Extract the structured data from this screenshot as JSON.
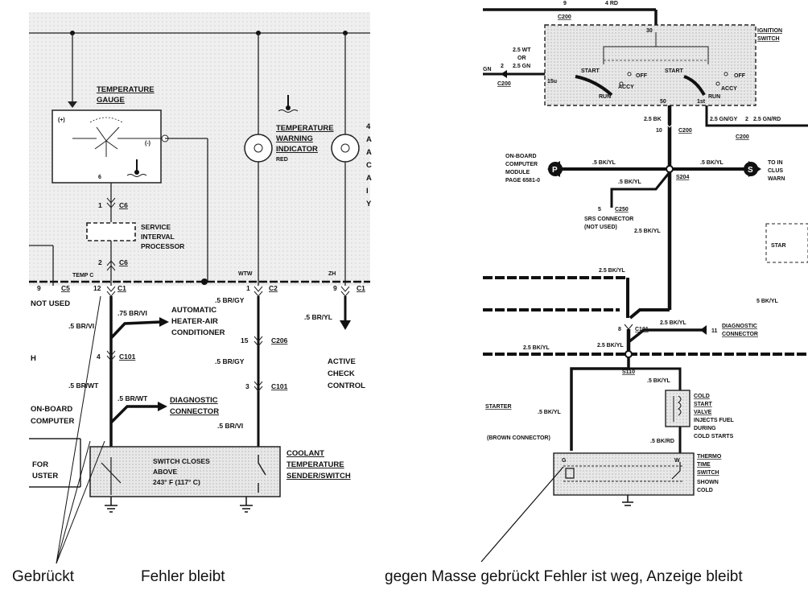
{
  "left": {
    "temperature_gauge": [
      "TEMPERATURE",
      "GAUGE"
    ],
    "gauge_plus": "(+)",
    "gauge_minus": "(-)",
    "gauge_pin": "6",
    "temp_warning_indicator": [
      "TEMPERATURE",
      "WARNING",
      "INDICATOR"
    ],
    "red": "RED",
    "connector_c6_pin_top": "1",
    "c6": "C6",
    "service_interval_processor": [
      "SERVICE",
      "INTERVAL",
      "PROCESSOR"
    ],
    "connector_c6_pin_bottom": "2",
    "temp_c": "TEMP C",
    "wtw": "WTW",
    "zh": "ZH",
    "row_pins": [
      "9",
      "C5",
      "12",
      "C1",
      "1",
      "C2",
      "9",
      "C1"
    ],
    "not_used": "NOT USED",
    "wire_75_br_vi": ".75 BR/VI",
    "ahac": [
      "AUTOMATIC",
      "HEATER-AIR",
      "CONDITIONER"
    ],
    "wire_5_br_gy": ".5 BR/GY",
    "wire_5_br_yl": ".5 BR/YL",
    "wire_5_br_vi_a": ".5 BR/VI",
    "c101_pin": "4",
    "c101": "C101",
    "h": "H",
    "c206_pin": "15",
    "c206": "C206",
    "wire_5_br_gy_b": ".5 BR/GY",
    "active_check_control": [
      "ACTIVE",
      "CHECK",
      "CONTROL"
    ],
    "c101b_pin": "3",
    "c101b": "C101",
    "wire_5_br_wt_a": ".5 BR/WT",
    "wire_5_br_wt_b": ".5 BR/WT",
    "diag_pin": "4",
    "diagnostic_connector": [
      "DIAGNOSTIC",
      "CONNECTOR"
    ],
    "on_board_computer": [
      "ON-BOARD",
      "COMPUTER"
    ],
    "wire_5_br_vi_b": ".5 BR/VI",
    "for_cluster": [
      "FOR",
      "USTER"
    ],
    "switch_text": [
      "SWITCH CLOSES",
      "ABOVE",
      "243° F (117° C)"
    ],
    "coolant_sender": [
      "COOLANT",
      "TEMPERATURE",
      "SENDER/SWITCH"
    ],
    "side_letters": [
      "4",
      "A",
      "A",
      "C",
      "A",
      "I",
      "Y"
    ]
  },
  "right": {
    "top_pin": "9",
    "c200_top": "C200",
    "wire_4_rd": "4 RD",
    "ignition_switch": [
      "IGNITION",
      "SWITCH"
    ],
    "pin_30": "30",
    "wire_25_wt": [
      "2.5 WT",
      "OR",
      "2.5 GN"
    ],
    "gn": "GN",
    "pin_2": "2",
    "c200_left": "C200",
    "pin_15u": "15u",
    "start": "START",
    "off": "OFF",
    "accy": "ACCY",
    "run": "RUN",
    "start2": "START",
    "off2": "OFF",
    "accy2": "ACCY",
    "run2": "RUN",
    "pin_50": "50",
    "pin_1st": "1st",
    "wire_25_bk": "2.5 BK",
    "pin_10": "10",
    "c200_mid": "C200",
    "wire_25_gn_gy": "2.5 GN/GY",
    "pin_2b": "2",
    "wire_25_gn_rd": "2.5 GN/RD",
    "c200_right": "C200",
    "obc_module": [
      "ON-BOARD",
      "COMPUTER",
      "MODULE",
      "PAGE 6581-0"
    ],
    "p": "P",
    "wire_5_bk_yl_a": ".5 BK/YL",
    "wire_5_bk_yl_b": ".5 BK/YL",
    "s": "S",
    "to_in": [
      "TO IN",
      "CLUS",
      "WARN"
    ],
    "s204": "S204",
    "wire_5_bk_yl_c": ".5 BK/YL",
    "c250_pin": "5",
    "c250": "C250",
    "srs_connector": [
      "SRS CONNECTOR",
      "(NOT USED)"
    ],
    "wire_25_bk_yl_a": "2.5 BK/YL",
    "star": "STAR",
    "wire_25_bk_yl_b": "2.5 BK/YL",
    "wire_5_bk_yl_d": "5 BK/YL",
    "c101_pin": "8",
    "c101": "C101",
    "wire_25_bk_yl_c": "2.5 BK/YL",
    "diag_pin": "11",
    "diagnostic_connector": [
      "DIAGNOSTIC",
      "CONNECTOR"
    ],
    "wire_25_bk_yl_d": "2.5 BK/YL",
    "wire_25_bk_yl_e": "2.5 BK/YL",
    "s110": "S110",
    "wire_5_bk_yl_e": ".5 BK/YL",
    "starter": "STARTER",
    "wire_5_bk_yl_f": ".5 BK/YL",
    "cold_start_valve": [
      "COLD",
      "START",
      "VALVE"
    ],
    "injects_fuel": [
      "INJECTS FUEL",
      "DURING",
      "COLD STARTS"
    ],
    "brown_connector": "(BROWN CONNECTOR)",
    "wire_5_bk_rd": ".5 BK/RD",
    "pin_g": "G",
    "pin_w": "W",
    "thermo_time_switch": [
      "THERMO",
      "TIME",
      "SWITCH"
    ],
    "shown_cold": [
      "SHOWN",
      "COLD"
    ]
  },
  "captions": {
    "bridged": "Gebrückt",
    "fault_remains": "Fehler bleibt",
    "ground_bridged": "gegen Masse gebrückt Fehler ist weg, Anzeige bleibt"
  }
}
